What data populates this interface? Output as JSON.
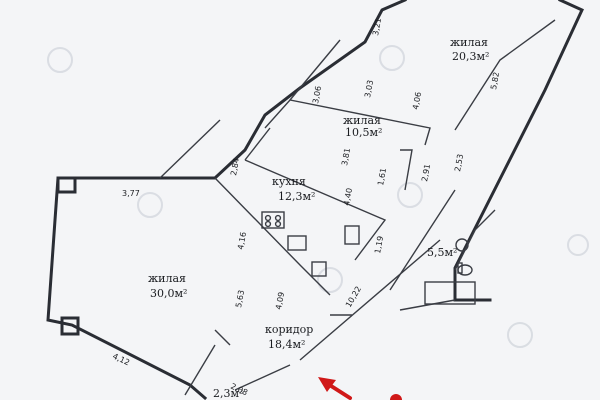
{
  "rooms": {
    "living_top_right": {
      "name": "жилая",
      "area": "20,3м²"
    },
    "living_mid": {
      "name": "жилая",
      "area": "10,5м²"
    },
    "kitchen": {
      "name": "кухня",
      "area": "12,3м²"
    },
    "living_big": {
      "name": "жилая",
      "area": "30,0м²"
    },
    "corridor": {
      "name": "коридор",
      "area": "18,4м²"
    },
    "bathroom": {
      "area": "5,5м²"
    },
    "balcony": {
      "area": "2,3м²"
    }
  },
  "dimensions": [
    "3,21",
    "3,06",
    "3,03",
    "4,06",
    "5,82",
    "2,84",
    "3,81",
    "1,61",
    "2,91",
    "2,53",
    "4,40",
    "3,77",
    "4,16",
    "1,19",
    "5,63",
    "4,09",
    "10,22",
    "4,12",
    "2,08"
  ],
  "colors": {
    "wall": "#2a2d34",
    "arrow": "#d01818",
    "paper": "#f4f5f7"
  }
}
